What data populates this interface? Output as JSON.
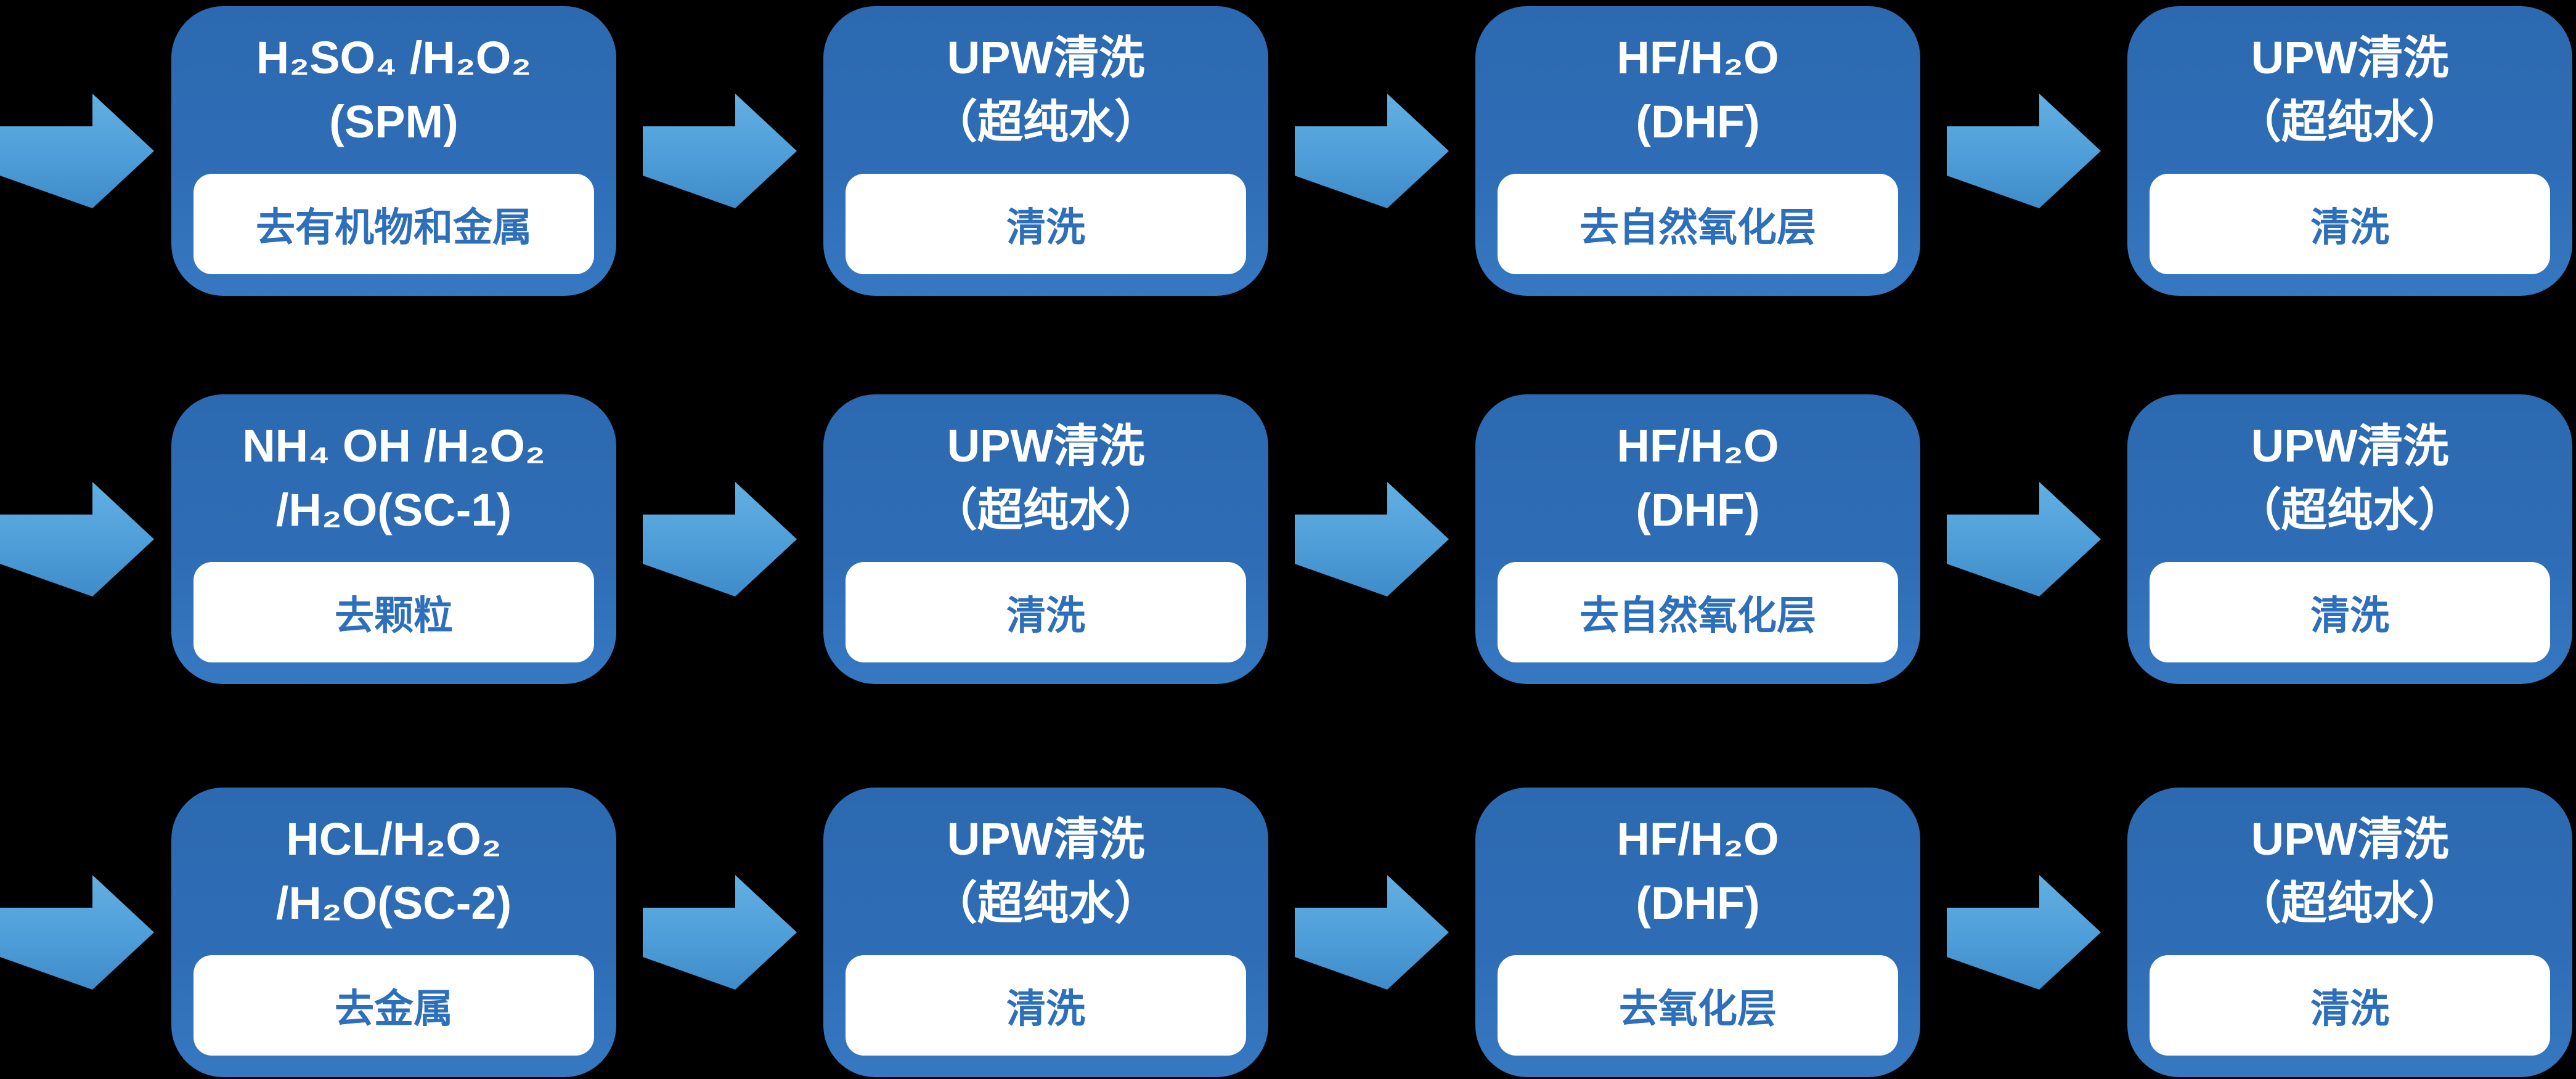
{
  "colors": {
    "background": "#000000",
    "box_blue": "#2E6DB6",
    "arrow_blue_top": "#63AFE2",
    "arrow_blue_bottom": "#3E8CC9",
    "panel_white": "#FFFFFF",
    "label_blue": "#2E6FBB",
    "title_white": "#FFFFFF"
  },
  "icons": {
    "flow_arrow": "right-block-arrow"
  },
  "rows": [
    {
      "steps": [
        {
          "title1": "H₂SO₄ /H₂O₂",
          "title2": "(SPM)",
          "label": "去有机物和金属"
        },
        {
          "title1": "UPW清洗",
          "title2": "（超纯水）",
          "label": "清洗"
        },
        {
          "title1": "HF/H₂O",
          "title2": "(DHF)",
          "label": "去自然氧化层"
        },
        {
          "title1": "UPW清洗",
          "title2": "（超纯水）",
          "label": "清洗"
        }
      ]
    },
    {
      "steps": [
        {
          "title1": "NH₄ OH /H₂O₂",
          "title2": "/H₂O(SC-1)",
          "label": "去颗粒"
        },
        {
          "title1": "UPW清洗",
          "title2": "（超纯水）",
          "label": "清洗"
        },
        {
          "title1": "HF/H₂O",
          "title2": "(DHF)",
          "label": "去自然氧化层"
        },
        {
          "title1": "UPW清洗",
          "title2": "（超纯水）",
          "label": "清洗"
        }
      ]
    },
    {
      "steps": [
        {
          "title1": "HCL/H₂O₂",
          "title2": "/H₂O(SC-2)",
          "label": "去金属"
        },
        {
          "title1": "UPW清洗",
          "title2": "（超纯水）",
          "label": "清洗"
        },
        {
          "title1": "HF/H₂O",
          "title2": "(DHF)",
          "label": "去氧化层"
        },
        {
          "title1": "UPW清洗",
          "title2": "（超纯水）",
          "label": "清洗"
        }
      ]
    }
  ]
}
